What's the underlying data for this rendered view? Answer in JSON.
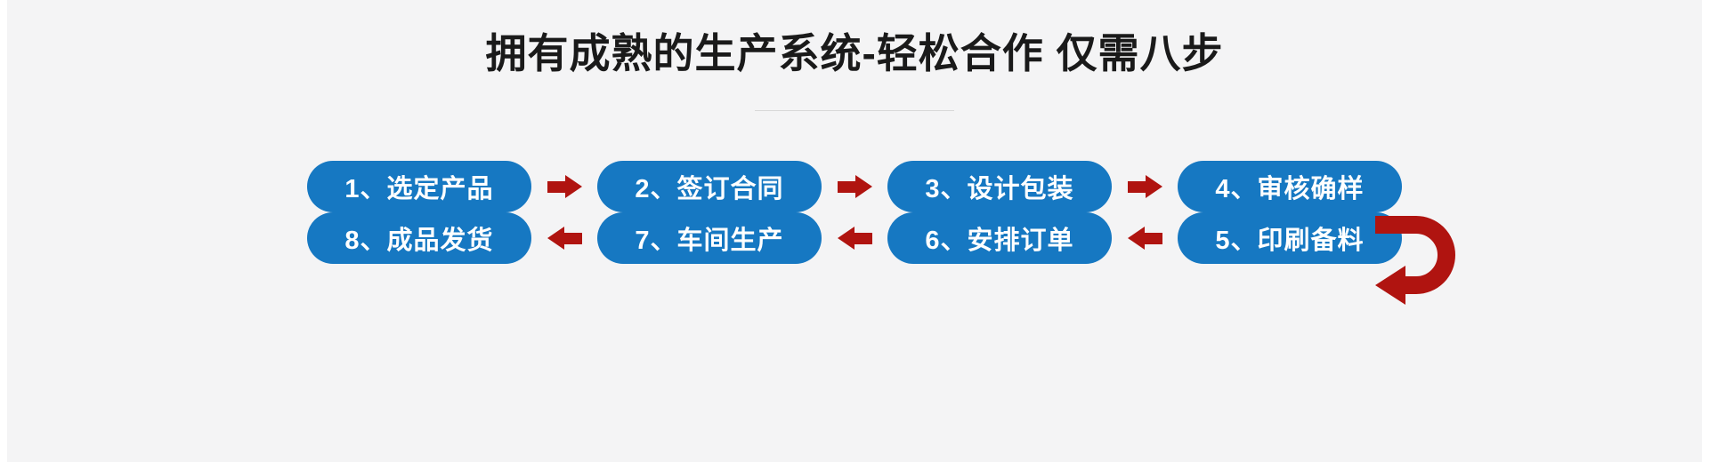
{
  "title": "拥有成熟的生产系统-轻松合作 仅需八步",
  "colors": {
    "background": "#f4f4f5",
    "pill": "#1678c2",
    "arrow": "#b01410",
    "title": "#1a1a1a"
  },
  "rows": {
    "top": {
      "direction": "left-to-right",
      "steps": [
        {
          "label": "1、选定产品"
        },
        {
          "label": "2、签订合同"
        },
        {
          "label": "3、设计包装"
        },
        {
          "label": "4、审核确样"
        }
      ]
    },
    "bottom": {
      "direction": "right-to-left",
      "steps": [
        {
          "label": "8、成品发货"
        },
        {
          "label": "7、车间生产"
        },
        {
          "label": "6、安排订单"
        },
        {
          "label": "5、印刷备料"
        }
      ]
    }
  }
}
